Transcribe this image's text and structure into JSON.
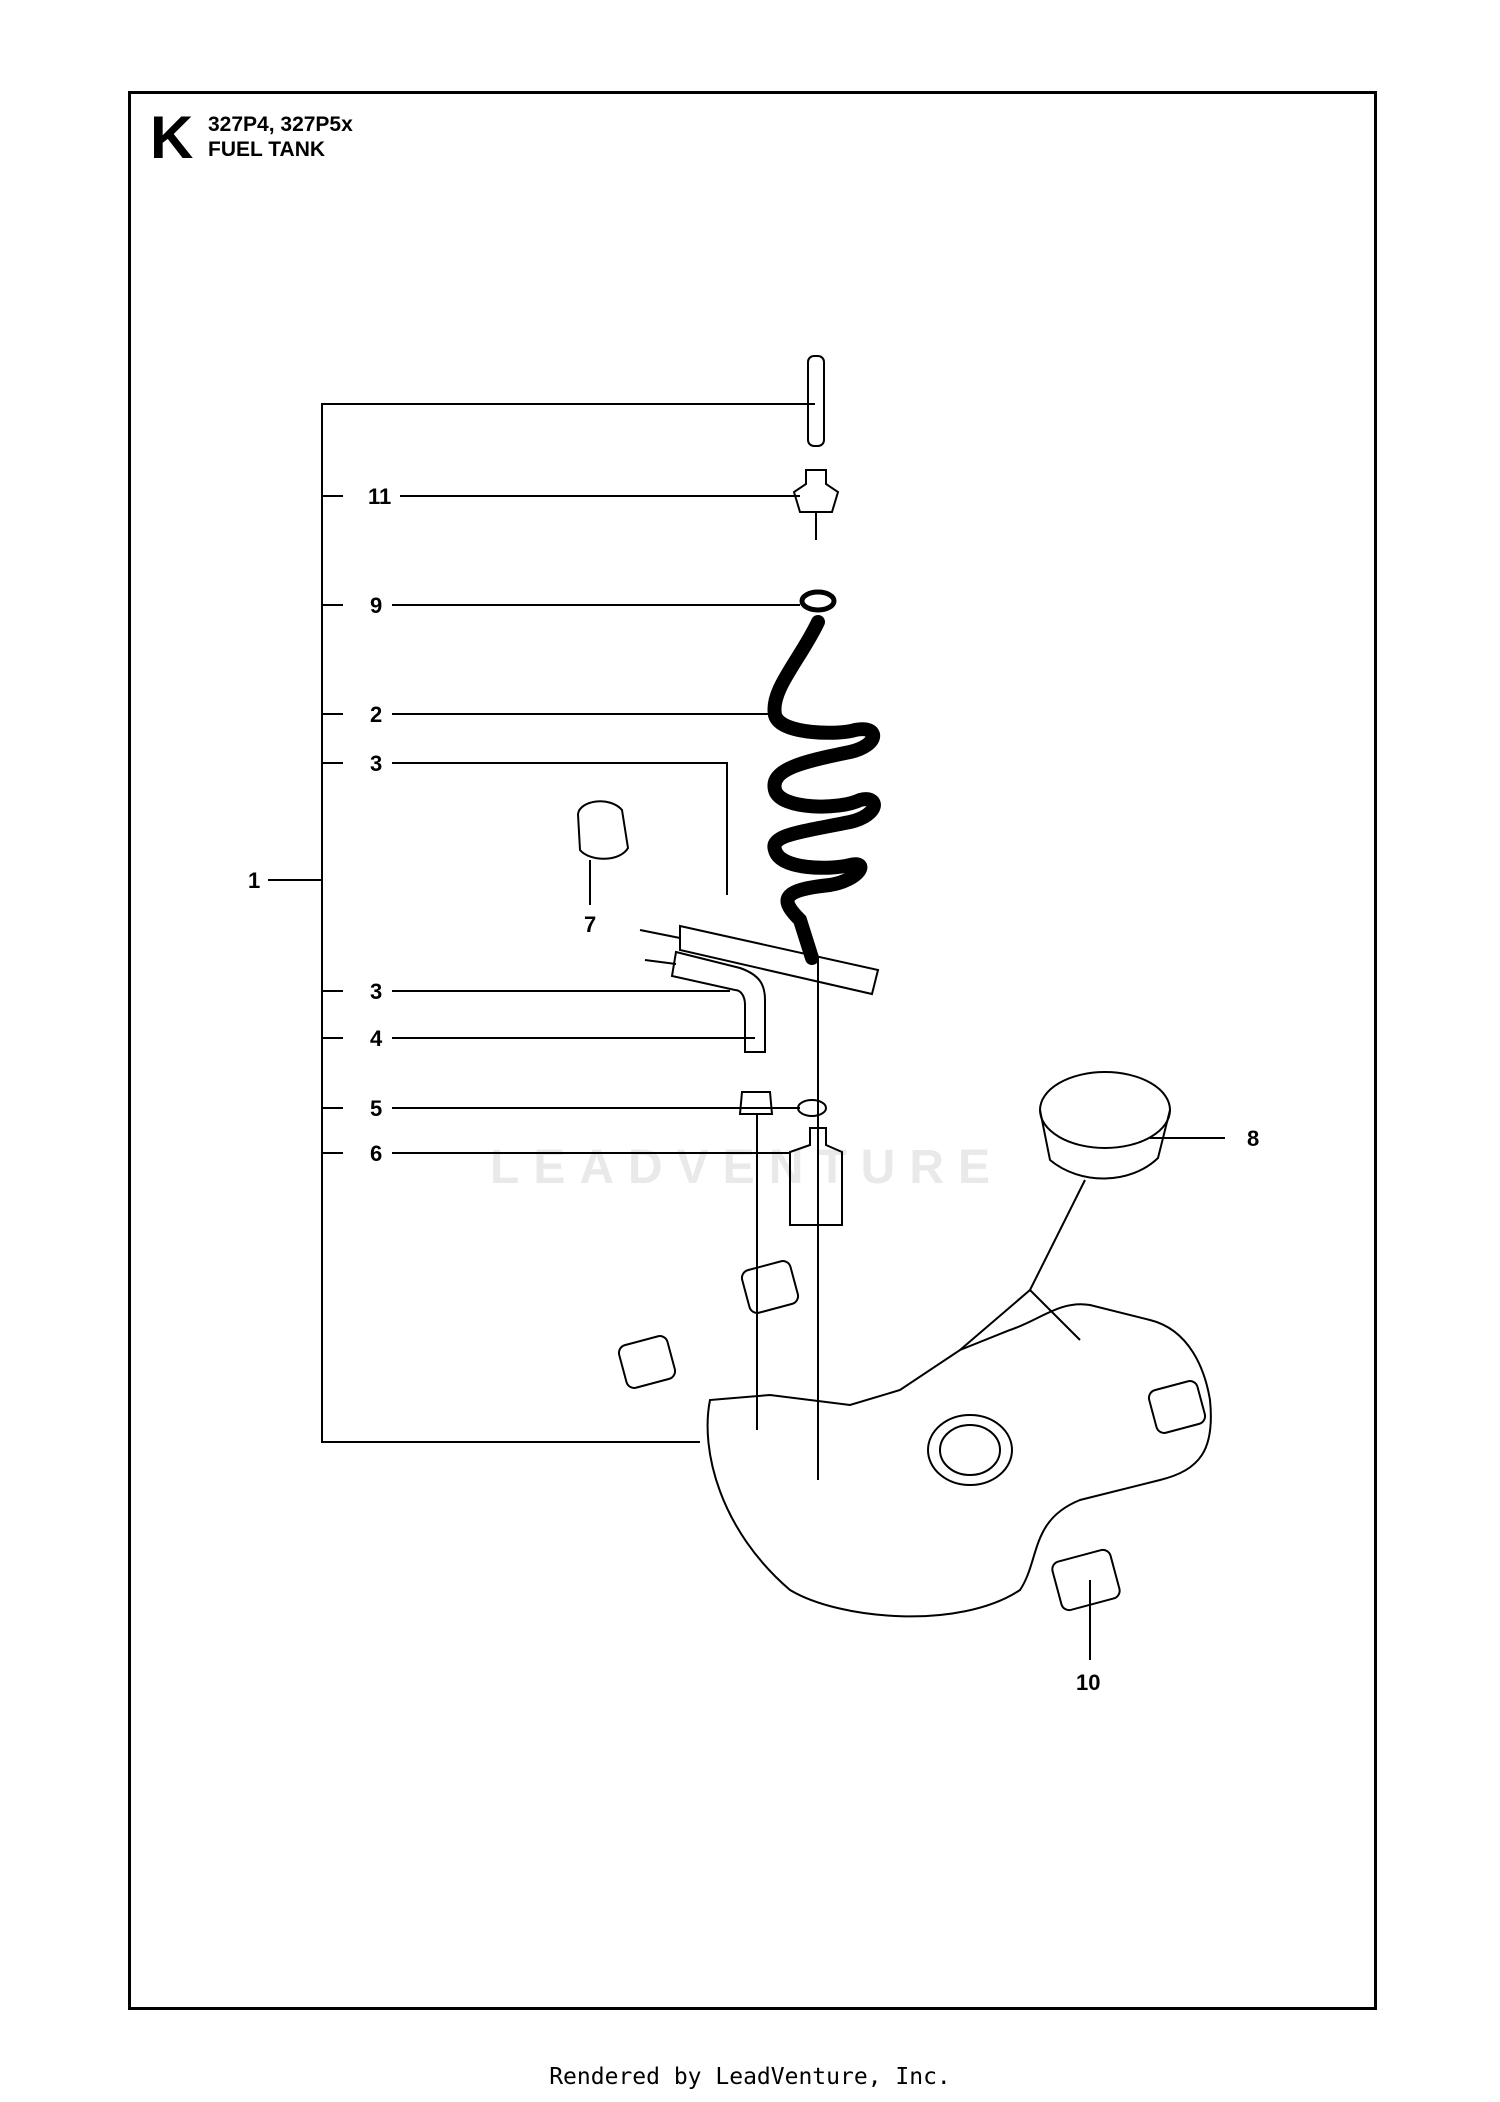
{
  "header": {
    "section_letter": "K",
    "models": "327P4, 327P5x",
    "title": "FUEL TANK"
  },
  "callouts": [
    "1",
    "2",
    "3",
    "3",
    "4",
    "5",
    "6",
    "7",
    "8",
    "9",
    "10",
    "11"
  ],
  "watermark": "LEADVENTURE",
  "footer": "Rendered by LeadVenture, Inc."
}
